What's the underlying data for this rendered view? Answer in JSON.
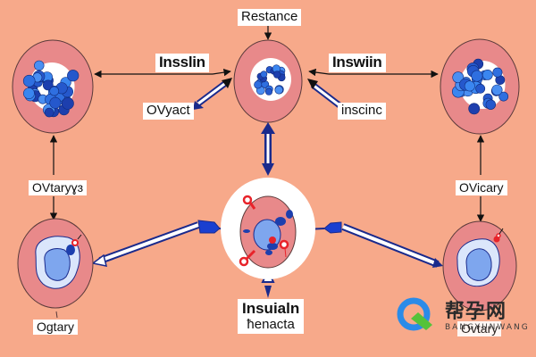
{
  "diagram": {
    "labels": {
      "top_center": "Restance",
      "top_left_arrow": "Insslin",
      "top_right_arrow": "Inswiin",
      "left_diagonal": "OVyact",
      "right_diagonal": "inscinc",
      "left_mid": "OVtaryɣɜ",
      "right_mid": "OVicary",
      "bottom_left": "Oɡtary",
      "bottom_center_line1": "Insuialn",
      "bottom_center_line2": "ħenacta",
      "bottom_right": "Ovtary"
    },
    "cells": [
      {
        "id": "top-left-cell",
        "type": "follicle-clustered"
      },
      {
        "id": "top-center-cell",
        "type": "follicle-clustered-ring"
      },
      {
        "id": "top-right-cell",
        "type": "follicle-clustered"
      },
      {
        "id": "center-cell",
        "type": "cell-with-nucleus-receptors"
      },
      {
        "id": "bottom-left-cell",
        "type": "cell-with-nucleus"
      },
      {
        "id": "bottom-right-cell",
        "type": "cell-with-nucleus"
      }
    ],
    "colors": {
      "background": "#f7a98a",
      "cell_membrane": "#e8898a",
      "cell_outline": "#5a3a3a",
      "granule_blue": "#2f6fe0",
      "granule_dark": "#1d3fae",
      "arrow_navy": "#1a2a8c",
      "receptor_red": "#e8232a",
      "nucleus_blue": "#7ea6ee",
      "cytoplasm_light": "#dbe6fb",
      "label_bg": "#ffffff"
    }
  },
  "watermark": {
    "title": "帮孕网",
    "subtitle": "BANGYUNWANG",
    "icon": "q-logo-icon"
  }
}
